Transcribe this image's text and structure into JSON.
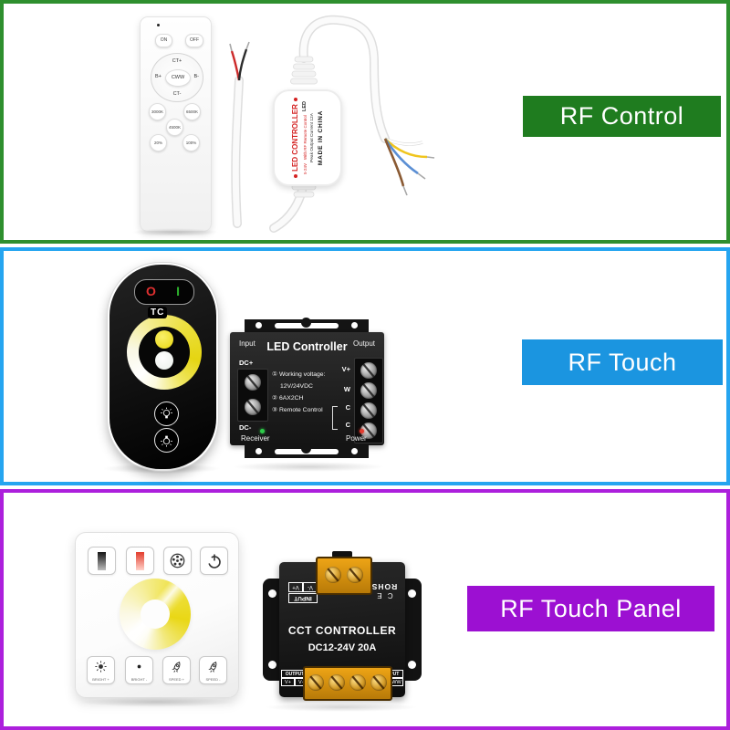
{
  "sections": [
    {
      "banner": "RF Control",
      "banner_color": "#1F7C1F",
      "border_color": "#2E8F2E",
      "remote": {
        "btn_on": "ON",
        "btn_off": "OFF",
        "dial_top": "CT+",
        "dial_left": "B+",
        "dial_center": "CWW",
        "dial_right": "B-",
        "dial_bottom": "CT-",
        "btn_3000k": "3000K",
        "btn_6500k": "6500K",
        "btn_4500k": "4500K",
        "btn_20": "20%",
        "btn_100": "100%"
      },
      "inline_controller": {
        "title": "LED CONTROLLER",
        "line2": "With RF Remote Control",
        "line3": "Peak Output Current 12A",
        "line4": "MADE IN CHINA",
        "voltage": "5-24V",
        "led": "LED"
      }
    },
    {
      "banner": "RF Touch",
      "banner_color": "#1B95E0",
      "border_color": "#25A5F0",
      "touch_remote": {
        "power_off": "O",
        "power_on": "I",
        "logo": "TC"
      },
      "controller": {
        "input": "Input",
        "output": "Output",
        "title": "LED Controller",
        "dc_plus": "DC+",
        "dc_minus": "DC-",
        "out1": "V+",
        "out2": "W",
        "out3": "C",
        "out4": "C",
        "spec1": "① Working voltage:",
        "spec2": "12V/24VDC",
        "spec3": "② 6AX2CH",
        "spec4": "③ Remote Control",
        "receiver": "Receiver",
        "power": "Power"
      }
    },
    {
      "banner": "RF Touch Panel",
      "banner_color": "#9C10D2",
      "border_color": "#AC1FDC",
      "panel": {
        "bright_plus": "BRIGHT +",
        "bright_minus": "BRIGHT -",
        "speed_plus": "SPEED +",
        "speed_minus": "SPEED -"
      },
      "cct": {
        "title": "CCT CONTROLLER",
        "subtitle": "DC12-24V 20A",
        "input": "INPUT",
        "in_vminus": "V-",
        "in_vplus": "V+",
        "rohs": "ROHS",
        "ce": "C E",
        "output": "OUTPUT",
        "out_l1": "V+",
        "out_l2": "V+",
        "out_r1": "CW",
        "out_r2": "WW"
      }
    }
  ]
}
